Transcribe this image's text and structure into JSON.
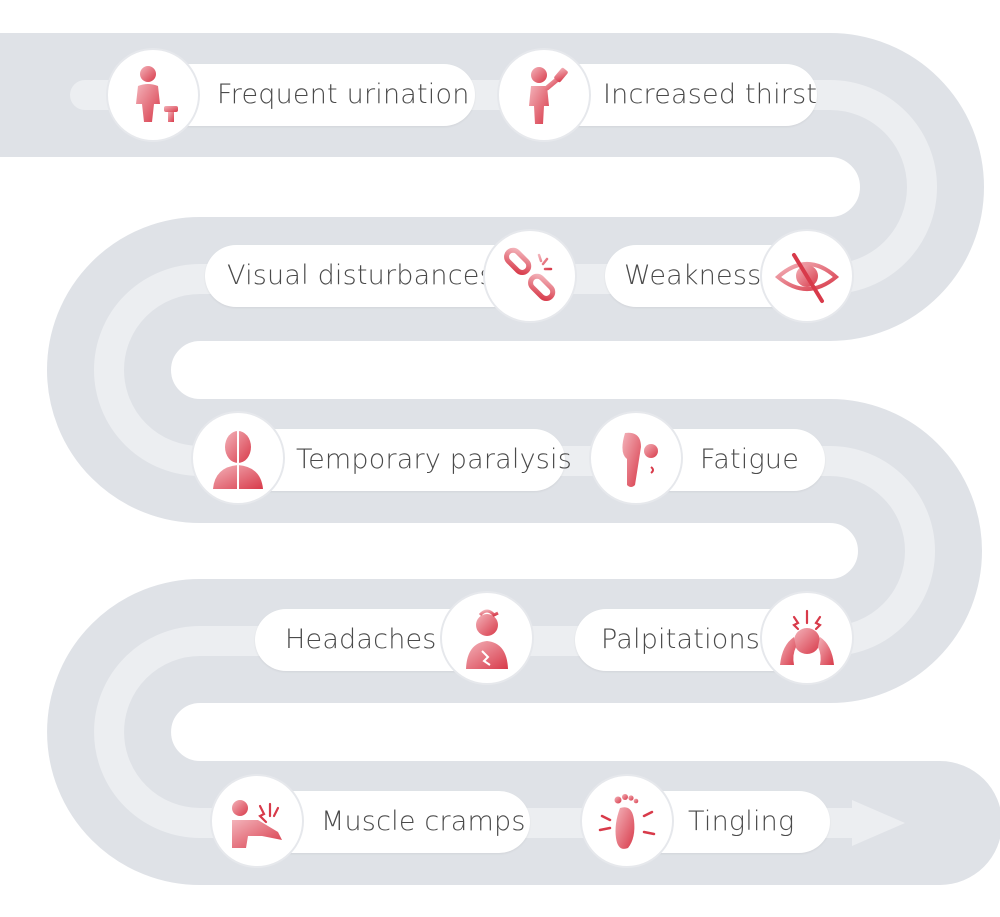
{
  "colors": {
    "path_band": "#dcdfe4",
    "path_track": "#eceef1",
    "icon_light": "#f1a5ad",
    "icon_dark": "#d83a4a",
    "label": "#4a4a4a"
  },
  "symptoms": [
    {
      "label": "Frequent urination",
      "icon": "urination-icon"
    },
    {
      "label": "Increased thirst",
      "icon": "drinking-icon"
    },
    {
      "label": "Visual disturbances",
      "icon": "broken-chain-icon"
    },
    {
      "label": "Weakness",
      "icon": "crossed-eye-icon"
    },
    {
      "label": "Temporary paralysis",
      "icon": "half-face-icon"
    },
    {
      "label": "Fatigue",
      "icon": "heavy-arm-icon"
    },
    {
      "label": "Headaches",
      "icon": "sick-person-icon"
    },
    {
      "label": "Palpitations",
      "icon": "head-pain-icon"
    },
    {
      "label": "Muscle cramps",
      "icon": "cramp-icon"
    },
    {
      "label": "Tingling",
      "icon": "foot-tingle-icon"
    }
  ]
}
